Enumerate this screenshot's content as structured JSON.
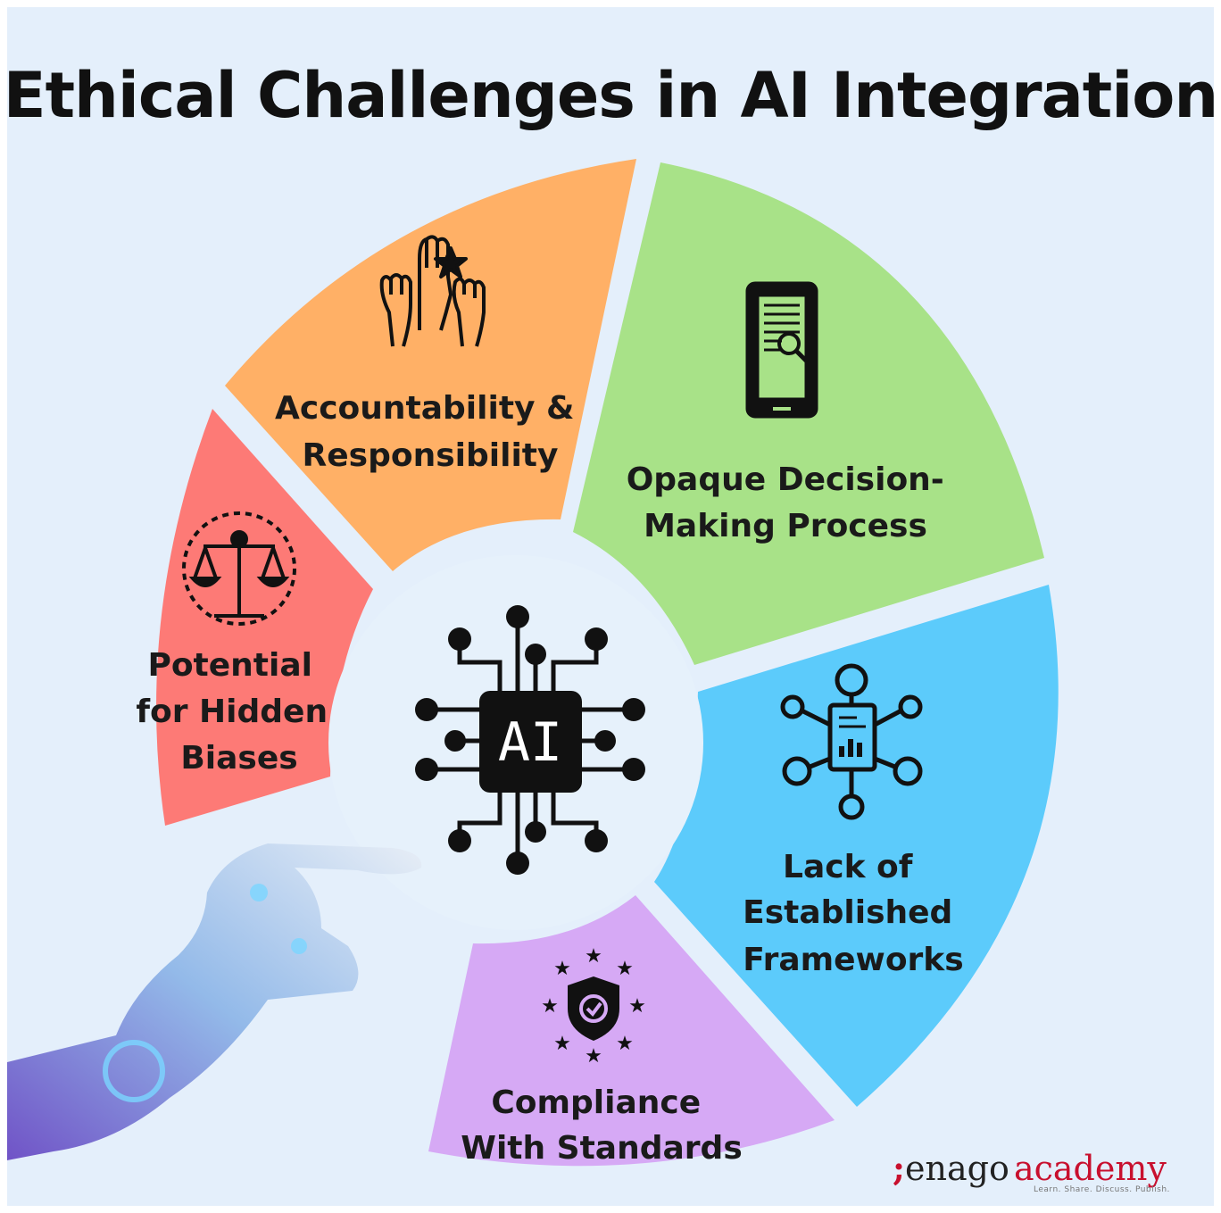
{
  "title": "Ethical Challenges in AI Integration",
  "center": {
    "chip_text": "AI",
    "chip_icon": "ai-chip-icon"
  },
  "segments": [
    {
      "id": "biases",
      "color": "#fd7a76",
      "icon": "scales-of-justice-icon",
      "lines": [
        "Potential",
        "for Hidden",
        "Biases"
      ]
    },
    {
      "id": "accountability",
      "color": "#ffb066",
      "icon": "raised-hands-star-icon",
      "lines": [
        "Accountability &",
        "Responsibility"
      ]
    },
    {
      "id": "opaque",
      "color": "#a8e288",
      "icon": "mobile-document-search-icon",
      "lines": [
        "Opaque Decision-",
        "Making Process"
      ]
    },
    {
      "id": "frameworks",
      "color": "#5ccbfb",
      "icon": "network-report-icon",
      "lines": [
        "Lack of",
        "Established",
        "Frameworks"
      ]
    },
    {
      "id": "compliance",
      "color": "#d6a9f5",
      "icon": "shield-check-stars-icon",
      "lines": [
        "Compliance",
        "With Standards"
      ]
    }
  ],
  "decoration": {
    "hand": "robotic-hand-icon"
  },
  "logo": {
    "mark": ";",
    "enago": "enago",
    "academy": "academy",
    "tagline": "Learn. Share. Discuss. Publish."
  }
}
